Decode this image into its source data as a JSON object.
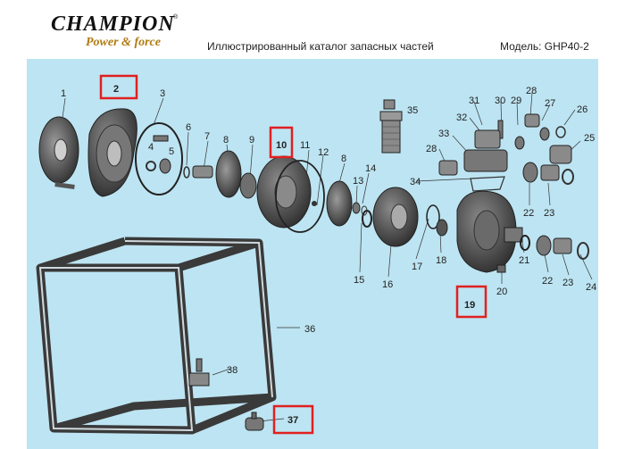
{
  "header": {
    "brand": "CHAMPION",
    "brand_mark": "®",
    "tagline": "Power & force",
    "catalog_title": "Иллюстрированный каталог запасных частей",
    "model": "Модель: GHP40-2"
  },
  "colors": {
    "panel_bg": "#bde4f2",
    "highlight": "#e02020",
    "brand_gold": "#b07a10"
  },
  "parts": [
    {
      "n": "1"
    },
    {
      "n": "2",
      "highlighted": true
    },
    {
      "n": "3"
    },
    {
      "n": "4"
    },
    {
      "n": "5"
    },
    {
      "n": "6"
    },
    {
      "n": "7"
    },
    {
      "n": "8"
    },
    {
      "n": "9"
    },
    {
      "n": "10",
      "highlighted": true
    },
    {
      "n": "11"
    },
    {
      "n": "12"
    },
    {
      "n": "8"
    },
    {
      "n": "13"
    },
    {
      "n": "14"
    },
    {
      "n": "15"
    },
    {
      "n": "16"
    },
    {
      "n": "17"
    },
    {
      "n": "18"
    },
    {
      "n": "19",
      "highlighted": true
    },
    {
      "n": "20"
    },
    {
      "n": "21"
    },
    {
      "n": "22"
    },
    {
      "n": "23"
    },
    {
      "n": "24"
    },
    {
      "n": "22"
    },
    {
      "n": "23"
    },
    {
      "n": "25"
    },
    {
      "n": "26"
    },
    {
      "n": "27"
    },
    {
      "n": "28"
    },
    {
      "n": "29"
    },
    {
      "n": "30"
    },
    {
      "n": "31"
    },
    {
      "n": "32"
    },
    {
      "n": "33"
    },
    {
      "n": "28"
    },
    {
      "n": "34"
    },
    {
      "n": "35"
    },
    {
      "n": "36"
    },
    {
      "n": "37",
      "highlighted": true
    },
    {
      "n": "38"
    }
  ]
}
